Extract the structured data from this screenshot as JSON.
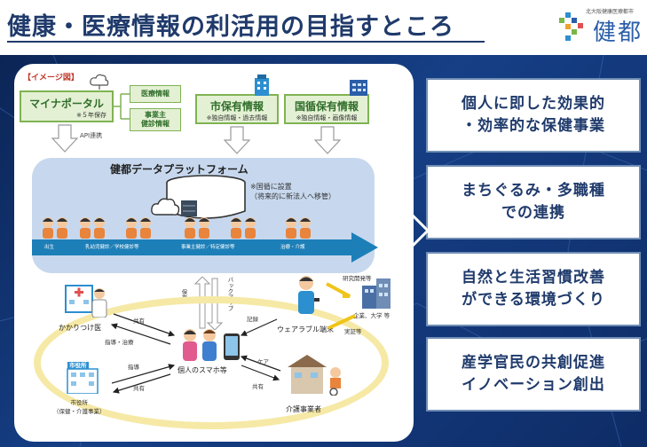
{
  "header": {
    "title": "健康・医療情報の利活用の目指すところ",
    "logo_text": "健都",
    "logo_small": "北大阪健康医療都市"
  },
  "diagram": {
    "image_label": "【イメージ図】",
    "sources": {
      "myna": {
        "main": "マイナポータル",
        "sub": "※５年保存"
      },
      "medical_info": "医療情報",
      "employer_info": [
        "事業主",
        "健診情報"
      ],
      "city_insurance": {
        "main": "市保有情報",
        "sub": "※独自情報・過去情報"
      },
      "kokuho": {
        "main": "国循保有情報",
        "sub": "※独自情報・画像情報"
      }
    },
    "api_label": "API連携",
    "platform": {
      "title": "健都データプラットフォーム",
      "note": [
        "※国循に設置",
        "（将来的に新法人へ移管）"
      ],
      "stages": [
        "出生",
        "乳幼児健診／学校健診等",
        "事業主健診／特定健診等",
        "治療・介護"
      ]
    },
    "backup": [
      "保存",
      "バックアップ"
    ],
    "nodes": {
      "family_doctor": "かかりつけ医",
      "smartphone": "個人のスマホ等",
      "wearable": "ウェアラブル端末",
      "city_hall": [
        "市役所",
        "（保健・介護事業）"
      ],
      "care_provider": "介護事業者",
      "research": "研究開発等",
      "company": "企業、大学 等",
      "city_hall_sign": "市役所"
    },
    "edges": {
      "share": "共有",
      "guide_treat": "指導・治療",
      "guide": "指導",
      "record": "記録",
      "care": "ケア",
      "demo": "実証等"
    }
  },
  "goals": [
    "個人に即した効果的\n・効率的な保健事業",
    "まちぐるみ・多職種\nでの連携",
    "自然と生活習慣改善\nができる環境づくり",
    "産学官民の共創促進\nイノベーション創出"
  ],
  "colors": {
    "title": "#1f3a6b",
    "green_box": "#e4f0d4",
    "green_border": "#7fb352",
    "platform": "#c7d8ee",
    "arrow": "#1d7fb8",
    "ellipse": "#f6e9a6",
    "background": "#163f86"
  }
}
